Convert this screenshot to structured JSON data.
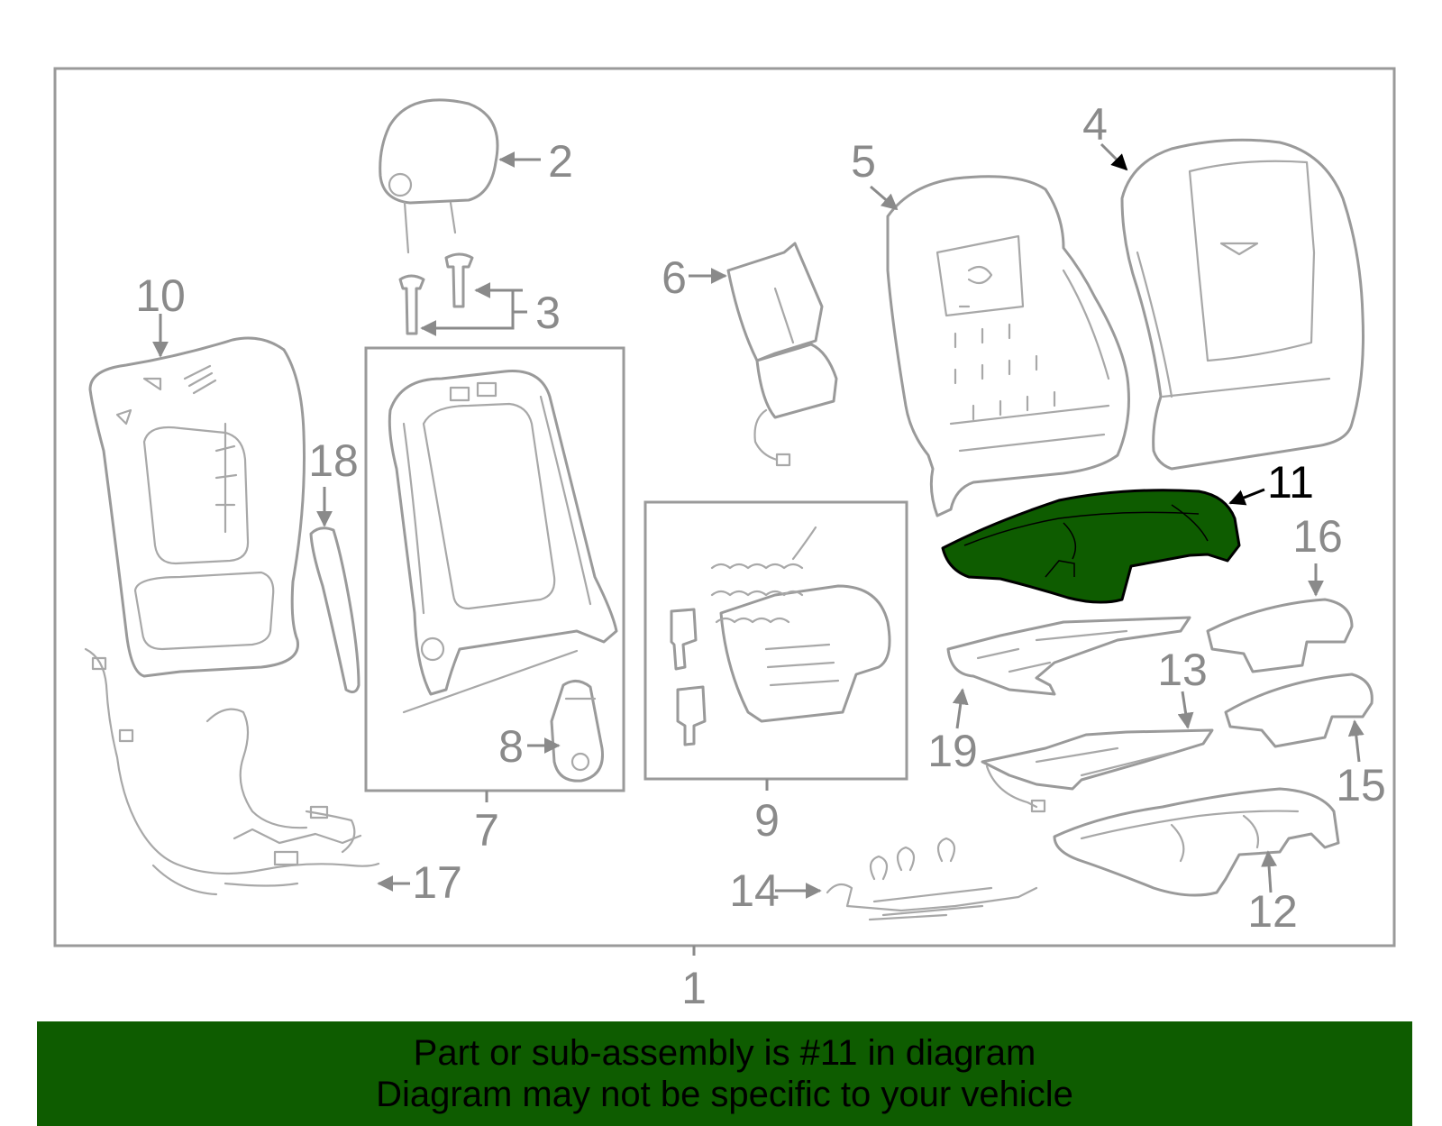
{
  "callouts": {
    "c1": "1",
    "c2": "2",
    "c3": "3",
    "c4": "4",
    "c5": "5",
    "c6": "6",
    "c7": "7",
    "c8": "8",
    "c9": "9",
    "c10": "10",
    "c11": "11",
    "c12": "12",
    "c13": "13",
    "c14": "14",
    "c15": "15",
    "c16": "16",
    "c17": "17",
    "c18": "18",
    "c19": "19"
  },
  "highlighted_part": "11",
  "colors": {
    "highlight": "#0e5c00",
    "banner_background": "#0e5c00",
    "line_art": "#9a9a9a",
    "callout_text": "#8a8a8a"
  },
  "banner": {
    "line1": "Part or sub-assembly is #11 in diagram",
    "line2": "Diagram may not be specific to your vehicle"
  }
}
